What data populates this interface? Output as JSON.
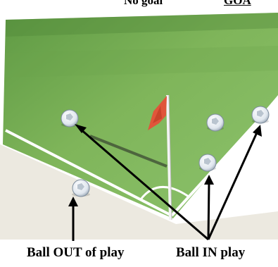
{
  "header": {
    "left_text": "No goal",
    "right_text": "GOA"
  },
  "labels": {
    "ball_out": "Ball OUT of play",
    "ball_in": "Ball IN play"
  },
  "colors": {
    "pitch_dark": "#4f8a3c",
    "pitch_light": "#8fc06a",
    "line": "#ffffff",
    "flag": "#e0553a",
    "arrow": "#000000"
  }
}
